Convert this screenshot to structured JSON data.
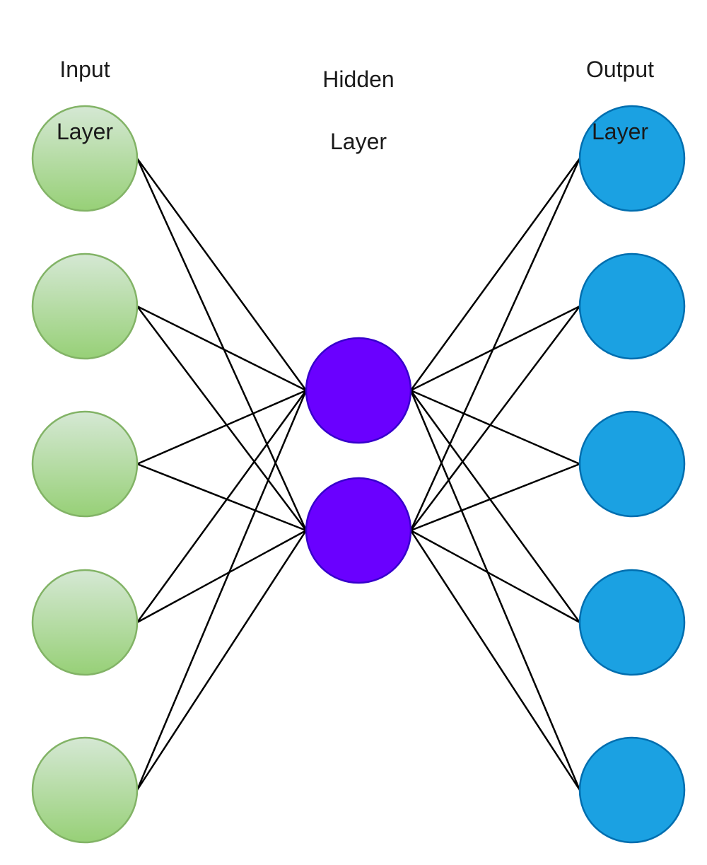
{
  "labels": {
    "input": {
      "line1": "Input",
      "line2": "Layer"
    },
    "hidden": {
      "line1": "Hidden",
      "line2": "Layer"
    },
    "output": {
      "line1": "Output",
      "line2": "Layer"
    }
  },
  "layers": {
    "input": {
      "neuron_count": 5,
      "fill_top": "#d5e8d4",
      "fill_bottom": "#97d077",
      "stroke": "#82b366"
    },
    "hidden": {
      "neuron_count": 2,
      "fill": "#6a00ff",
      "stroke": "#3700cc"
    },
    "output": {
      "neuron_count": 5,
      "fill": "#1ba1e2",
      "stroke": "#006eaf"
    }
  },
  "connection_color": "#000000"
}
